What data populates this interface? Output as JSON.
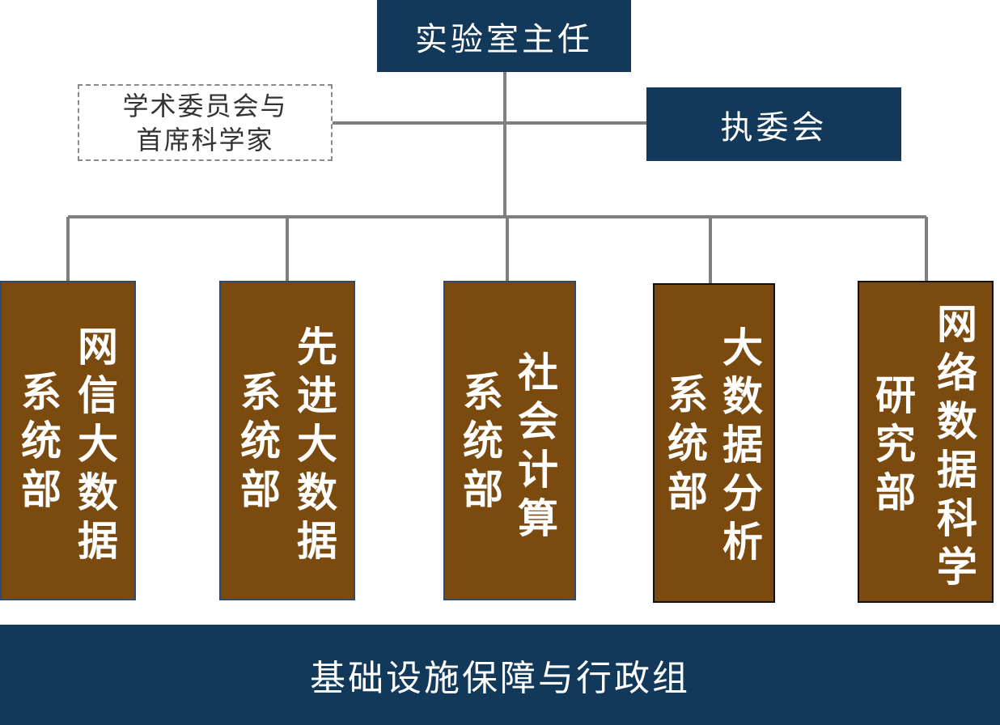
{
  "director": "实验室主任",
  "academic": {
    "line1": "学术委员会与",
    "line2": "首席科学家"
  },
  "exec_committee": "执委会",
  "departments": [
    {
      "name": "网信大数据",
      "suffix": "系统部"
    },
    {
      "name": "先进大数据",
      "suffix": "系统部"
    },
    {
      "name": "社会计算",
      "suffix": "系统部"
    },
    {
      "name": "大数据分析",
      "suffix": "系统部"
    },
    {
      "name": "网络数据科学",
      "suffix": "研究部"
    }
  ],
  "footer": "基础设施保障与行政组",
  "colors": {
    "navy": "#12385a",
    "brown": "#7a4a0f",
    "connector": "#7f7f7f"
  }
}
